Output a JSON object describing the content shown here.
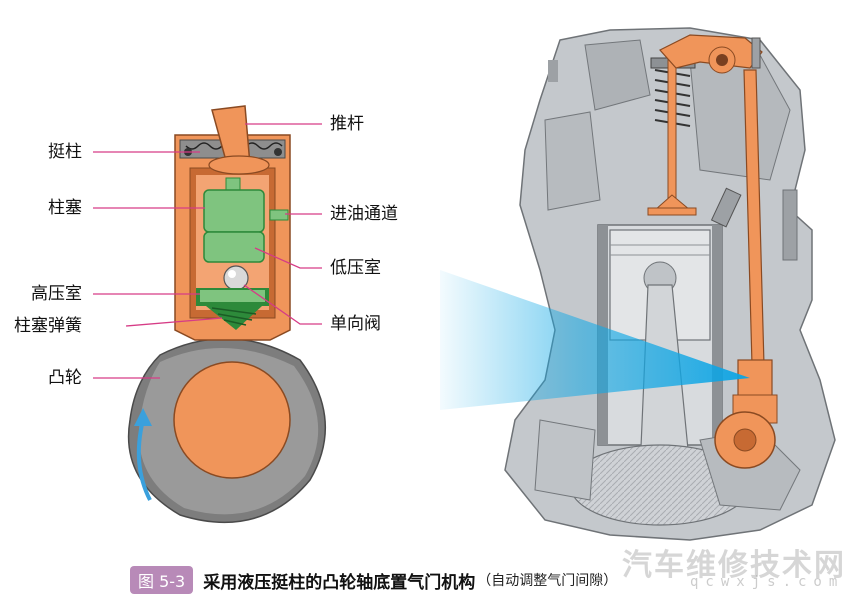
{
  "labels": {
    "tappet": "挺柱",
    "plunger": "柱塞",
    "high_pressure_chamber": "高压室",
    "plunger_spring": "柱塞弹簧",
    "cam": "凸轮",
    "push_rod": "推杆",
    "oil_inlet_passage": "进油通道",
    "low_pressure_chamber": "低压室",
    "check_valve": "单向阀"
  },
  "caption": {
    "figure_number": "图 5-3",
    "title": "采用液压挺柱的凸轮轴底置气门机构",
    "subtitle": "（自动调整气门间隙）"
  },
  "watermark": {
    "cn": "汽车维修技术网",
    "en": "qcwxjs.com"
  },
  "colors": {
    "orange": "#f0955a",
    "green": "#7fc47f",
    "dark_green": "#2d8a3a",
    "cam_gray": "#7a7a7a",
    "engine_gray": "#c9ccd0",
    "leader_pink": "#d63c86",
    "beam_blue": "#12a9e6",
    "arrow_blue": "#3aa0dc"
  }
}
